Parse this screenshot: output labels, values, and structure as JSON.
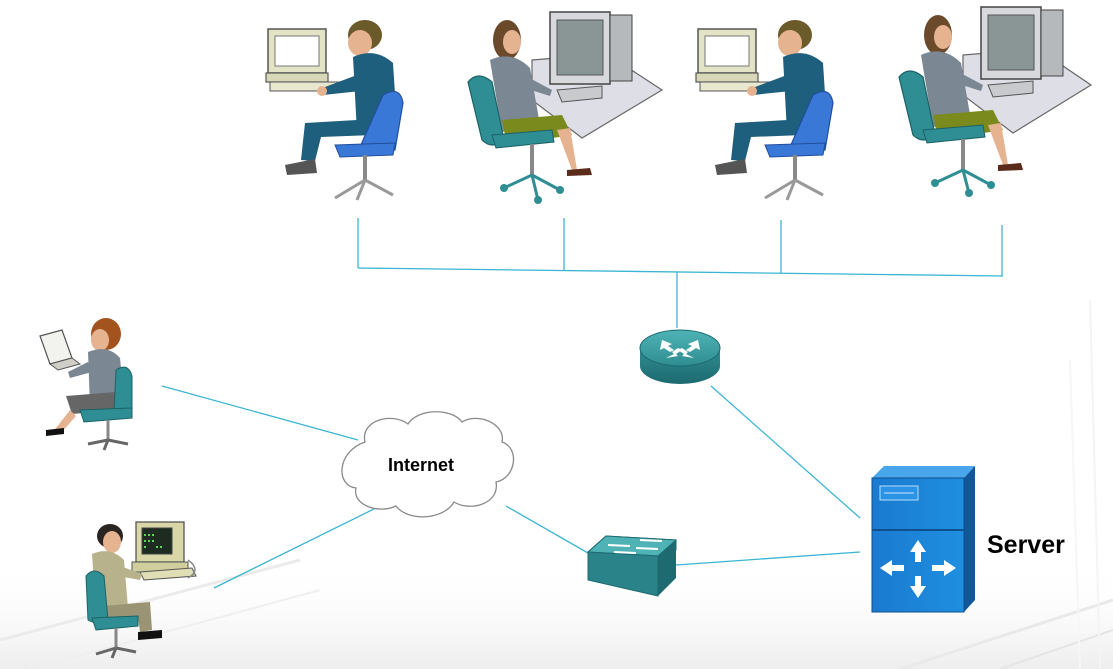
{
  "diagram": {
    "labels": {
      "internet": "Internet",
      "server": "Server"
    },
    "colors": {
      "link": "#3bb5d3",
      "device_teal": "#2f8d92",
      "server_blue": "#1c7fd1",
      "suit_blue": "#1e5f7e",
      "chair_blue": "#3a78d8",
      "chair_teal": "#2e8e94"
    },
    "nodes": [
      {
        "id": "workstation-1",
        "icon": "man-at-desktop-icon"
      },
      {
        "id": "workstation-2",
        "icon": "woman-at-desktop-icon"
      },
      {
        "id": "workstation-3",
        "icon": "man-at-desktop-icon"
      },
      {
        "id": "workstation-4",
        "icon": "woman-at-desktop-icon"
      },
      {
        "id": "router",
        "icon": "router-icon"
      },
      {
        "id": "switch",
        "icon": "switch-icon"
      },
      {
        "id": "server",
        "icon": "server-icon"
      },
      {
        "id": "internet",
        "icon": "cloud-icon"
      },
      {
        "id": "remote-laptop-user",
        "icon": "woman-with-laptop-icon"
      },
      {
        "id": "remote-terminal-user",
        "icon": "man-at-terminal-icon"
      }
    ]
  }
}
